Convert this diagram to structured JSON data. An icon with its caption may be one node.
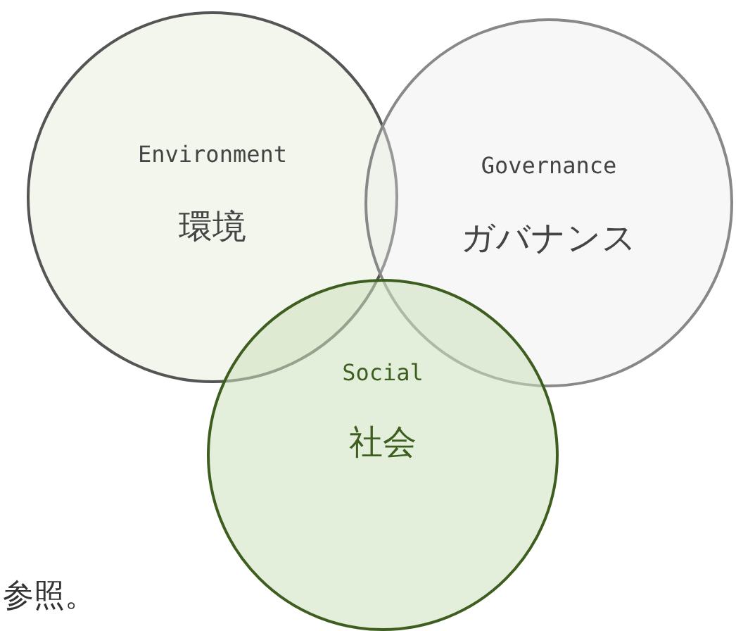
{
  "diagram": {
    "nodes": [
      {
        "text": [
          "Environment",
          "環境"
        ]
      },
      {
        "text": [
          "Governance",
          "ガバナンス"
        ]
      },
      {
        "text": [
          "Social",
          "社会"
        ]
      }
    ],
    "labels": [
      "参照。"
    ]
  }
}
